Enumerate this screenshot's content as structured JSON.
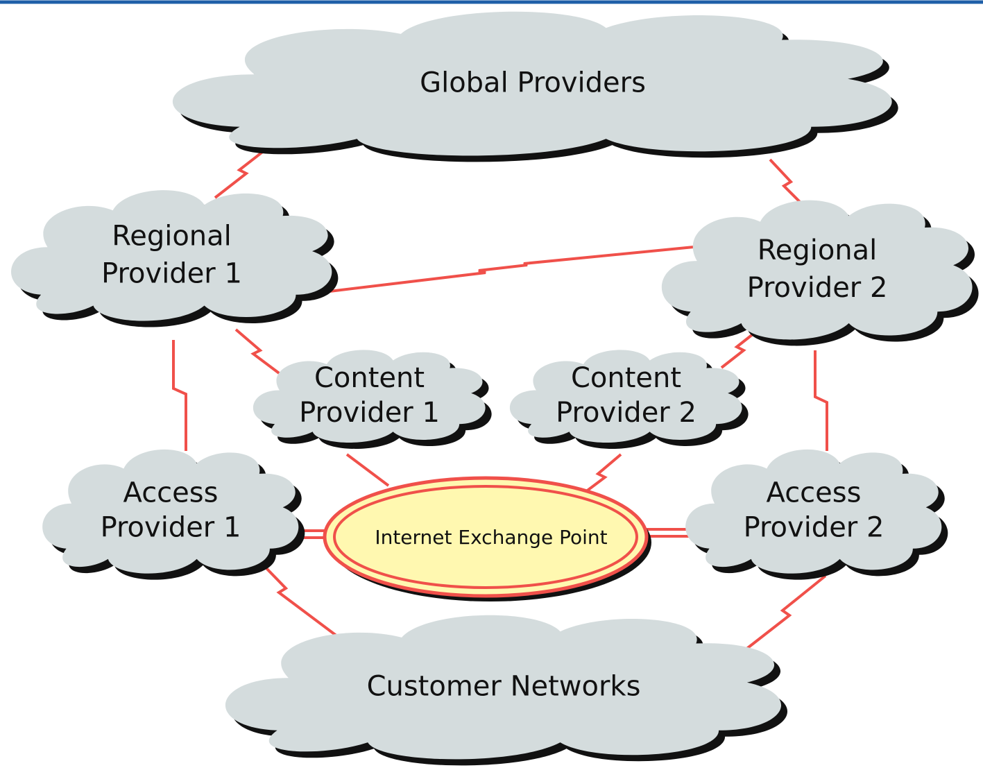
{
  "diagram": {
    "colors": {
      "top_rule": "#1f5fa8",
      "cloud_fill": "#d4dcdd",
      "cloud_shadow": "#111111",
      "link": "#f0504a",
      "ixp_fill": "#fff8b0",
      "ixp_stroke": "#f0504a"
    },
    "nodes": {
      "global": {
        "label_lines": [
          "Global Providers"
        ]
      },
      "regional1": {
        "label_lines": [
          "Regional",
          "Provider 1"
        ]
      },
      "regional2": {
        "label_lines": [
          "Regional",
          "Provider 2"
        ]
      },
      "content1": {
        "label_lines": [
          "Content",
          "Provider 1"
        ]
      },
      "content2": {
        "label_lines": [
          "Content",
          "Provider 2"
        ]
      },
      "access1": {
        "label_lines": [
          "Access",
          "Provider 1"
        ]
      },
      "access2": {
        "label_lines": [
          "Access",
          "Provider 2"
        ]
      },
      "customers": {
        "label_lines": [
          "Customer Networks"
        ]
      },
      "ixp": {
        "label": "Internet Exchange Point"
      }
    },
    "links": [
      {
        "from": "global",
        "to": "regional1"
      },
      {
        "from": "global",
        "to": "regional2"
      },
      {
        "from": "regional1",
        "to": "regional2"
      },
      {
        "from": "regional1",
        "to": "content1"
      },
      {
        "from": "regional2",
        "to": "content2"
      },
      {
        "from": "regional1",
        "to": "access1"
      },
      {
        "from": "regional2",
        "to": "access2"
      },
      {
        "from": "content1",
        "to": "ixp"
      },
      {
        "from": "content2",
        "to": "ixp"
      },
      {
        "from": "access1",
        "to": "ixp"
      },
      {
        "from": "access2",
        "to": "ixp"
      },
      {
        "from": "access1",
        "to": "customers"
      },
      {
        "from": "access2",
        "to": "customers"
      }
    ]
  }
}
